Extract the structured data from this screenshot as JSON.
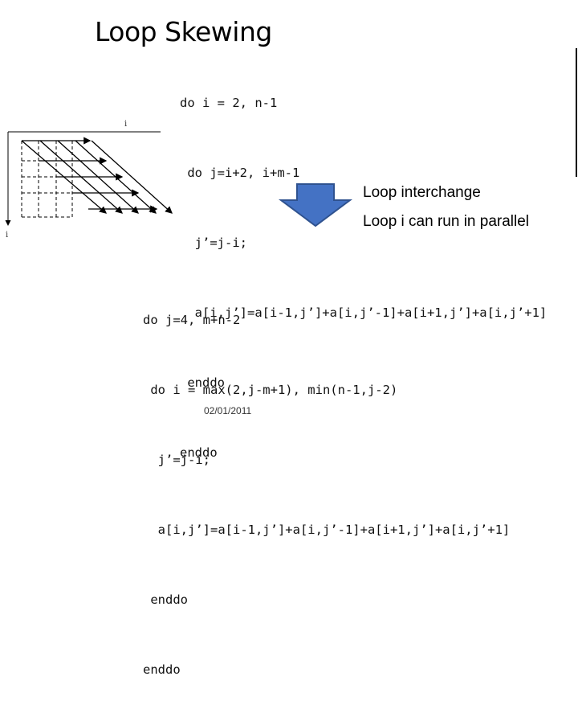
{
  "slide": {
    "title": "Loop Skewing",
    "date": "02/01/2011"
  },
  "top_code": [
    "do i = 2, n-1",
    " do j=i+2, i+m-1",
    "  j’=j-i;",
    "  a[i,j’]=a[i-1,j’]+a[i,j’-1]+a[i+1,j’]+a[i,j’+1]",
    " enddo",
    "enddo"
  ],
  "bottom_code": [
    "do j=4, m+n-2",
    " do i = max(2,j-m+1), min(n-1,j-2)",
    "  j’=j-i;",
    "  a[i,j’]=a[i-1,j’]+a[i,j’-1]+a[i+1,j’]+a[i,j’+1]",
    " enddo",
    "enddo"
  ],
  "notes": {
    "line1": "Loop interchange",
    "line2": "Loop i can run in parallel"
  },
  "diagram": {
    "axis_top_label": "i",
    "axis_left_label": "i",
    "arrow_color": "#4472c4",
    "arrow_border": "#2f528f"
  }
}
